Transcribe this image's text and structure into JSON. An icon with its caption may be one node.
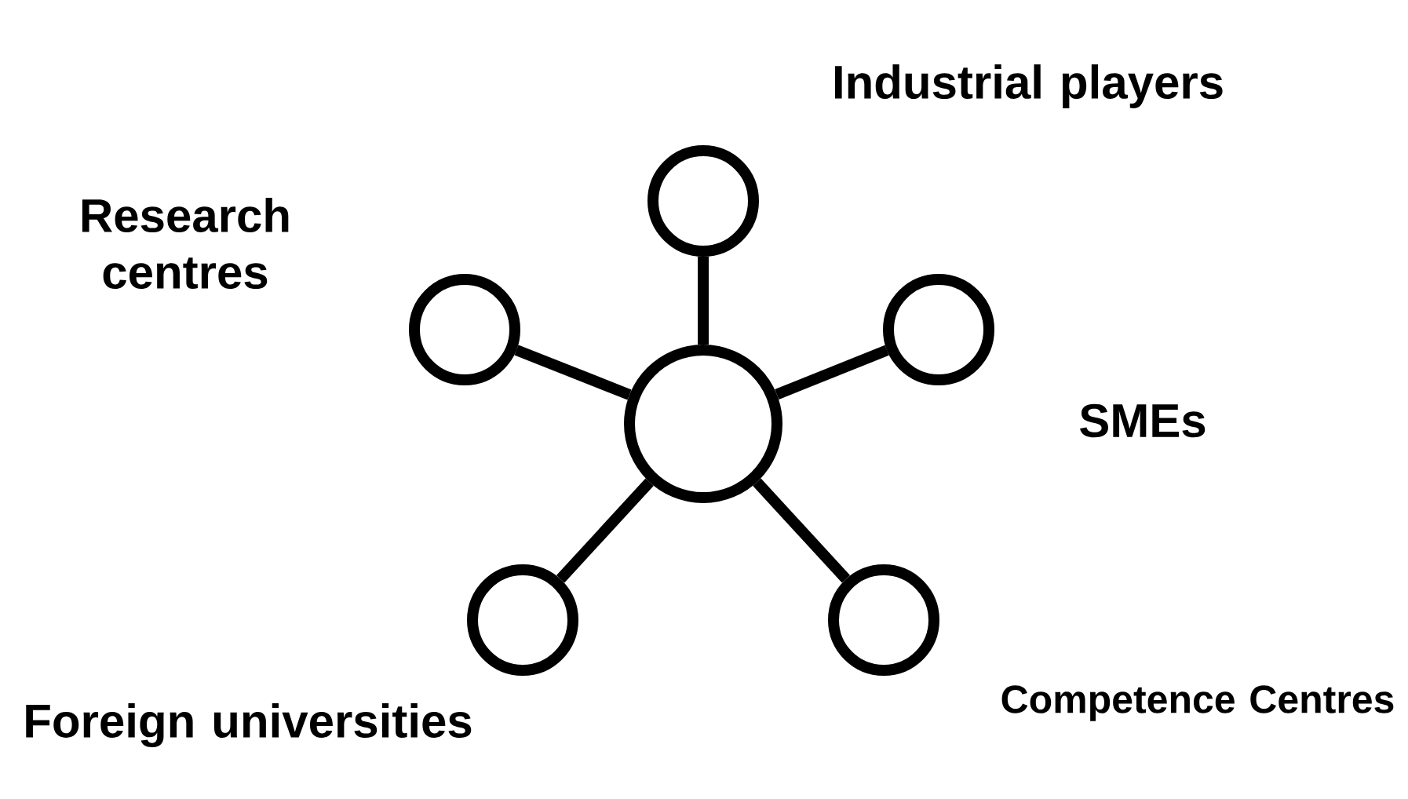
{
  "diagram": {
    "nodes": [
      {
        "text": [],
        "shape": "circle"
      },
      {
        "text": [],
        "shape": "circle",
        "beside": [
          "Industrial players"
        ]
      },
      {
        "text": [],
        "shape": "circle",
        "beside": [
          "Research centres"
        ]
      },
      {
        "text": [],
        "shape": "circle",
        "beside": [
          "SMEs"
        ]
      },
      {
        "text": [],
        "shape": "circle",
        "beside": [
          "Foreign universities"
        ]
      },
      {
        "text": [],
        "shape": "circle",
        "beside": [
          "Competence Centres"
        ]
      }
    ],
    "edges": [
      {
        "from": 0,
        "to": 1,
        "arrow": "none"
      },
      {
        "from": 0,
        "to": 2,
        "arrow": "none"
      },
      {
        "from": 0,
        "to": 3,
        "arrow": "none"
      },
      {
        "from": 0,
        "to": 4,
        "arrow": "none"
      },
      {
        "from": 0,
        "to": 5,
        "arrow": "none"
      }
    ]
  }
}
